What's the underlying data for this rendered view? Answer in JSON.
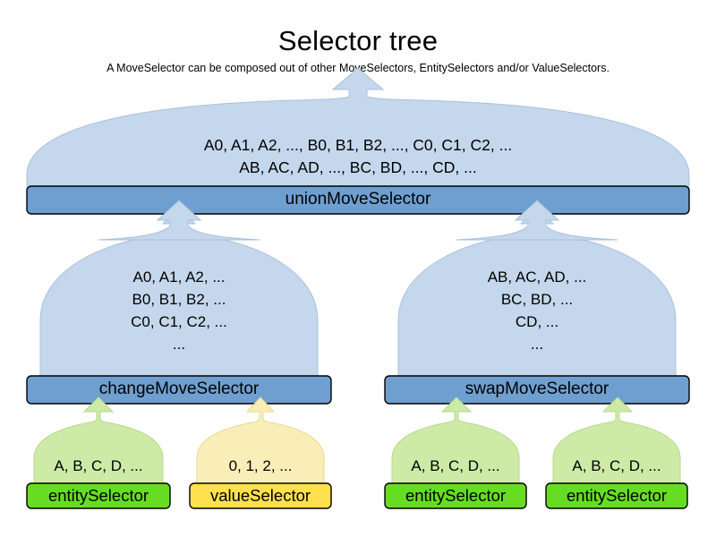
{
  "header": {
    "title": "Selector tree",
    "subtitle": "A MoveSelector can be composed out of other MoveSelectors, EntitySelectors and/or ValueSelectors."
  },
  "colors": {
    "balloon_blue": "#c5d7ec",
    "balloon_green": "#cdeaa6",
    "balloon_yellow": "#faeeb8",
    "bar_blue": "#6f9fd0",
    "bar_green": "#66dd22",
    "bar_yellow": "#ffe04d",
    "outline": "#000000",
    "background": "#ffffff"
  },
  "nodes": {
    "union": {
      "label": "unionMoveSelector",
      "kind": "move-selector",
      "content_lines": [
        "A0, A1, A2, ..., B0, B1, B2, ..., C0, C1, C2, ...",
        "AB, AC, AD, ..., BC, BD, ..., CD, ..."
      ]
    },
    "change": {
      "label": "changeMoveSelector",
      "kind": "move-selector",
      "content_lines": [
        "A0, A1, A2, ...",
        "B0, B1, B2, ...",
        "C0, C1, C2, ...",
        "..."
      ]
    },
    "swap": {
      "label": "swapMoveSelector",
      "kind": "move-selector",
      "content_lines": [
        "AB, AC, AD, ...",
        "BC, BD, ...",
        "CD, ...",
        "..."
      ]
    },
    "leaves": [
      {
        "label": "entitySelector",
        "kind": "entity-selector",
        "content": "A, B, C, D, ..."
      },
      {
        "label": "valueSelector",
        "kind": "value-selector",
        "content": "0, 1, 2, ..."
      },
      {
        "label": "entitySelector",
        "kind": "entity-selector",
        "content": "A, B, C, D, ..."
      },
      {
        "label": "entitySelector",
        "kind": "entity-selector",
        "content": "A, B, C, D, ..."
      }
    ]
  }
}
